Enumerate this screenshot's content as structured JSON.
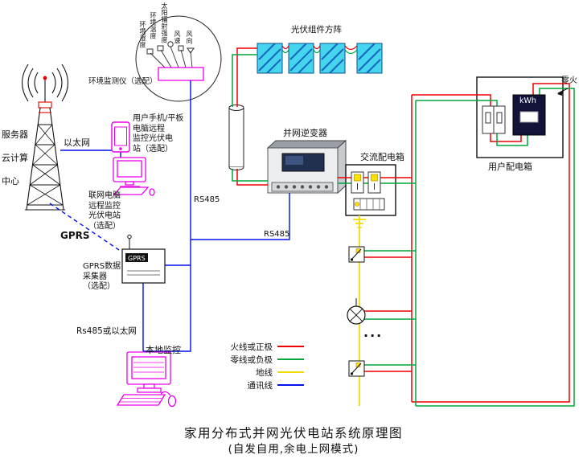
{
  "page": {
    "title": "家用分布式并网光伏电站系统原理图",
    "subtitle": "(自发自用,余电上网模式)"
  },
  "cloud": {
    "server_label": "服务器\n云计算\n中心",
    "ethernet_label": "以太网",
    "gprs_label": "GPRS"
  },
  "monitoring": {
    "env_monitor_label": "环境监测仪（选配）",
    "sensors": [
      "环境湿度",
      "环境温度",
      "太阳辐射强度",
      "风速",
      "风向"
    ],
    "phone_label": "用户手机/平板\n电脑远程\n监控光伏电\n站（选配）",
    "pc_label": "联网电脑\n远程监控\n光伏电站\n（选配）",
    "gprs_device_text": "GPRS",
    "gprs_collector_label": "GPRS数据\n采集器\n（选配）",
    "rs485_or_ethernet_label": "Rs485或以太网",
    "local_monitor_label": "本地监控",
    "rs485_bus_label": "RS485",
    "rs485_inverter_label": "RS485"
  },
  "power": {
    "pv_array_label": "光伏组件方阵",
    "inverter_label": "并网逆变器",
    "ac_box_label": "交流配电箱",
    "user_box_label": "用户配电箱",
    "meter_text": "kWh",
    "neutral_live_label": "零火",
    "more_loads_dots": "..."
  },
  "legend": {
    "items": [
      {
        "label": "火线或正极",
        "color": "#f00000"
      },
      {
        "label": "零线或负极",
        "color": "#00a53c"
      },
      {
        "label": "地线",
        "color": "#f2dc00"
      },
      {
        "label": "通讯线",
        "color": "#0010ee"
      }
    ]
  },
  "colors": {
    "device_outline": "#ea00ea",
    "pv_panel": "#45d6ee",
    "meter_body": "#131339"
  }
}
